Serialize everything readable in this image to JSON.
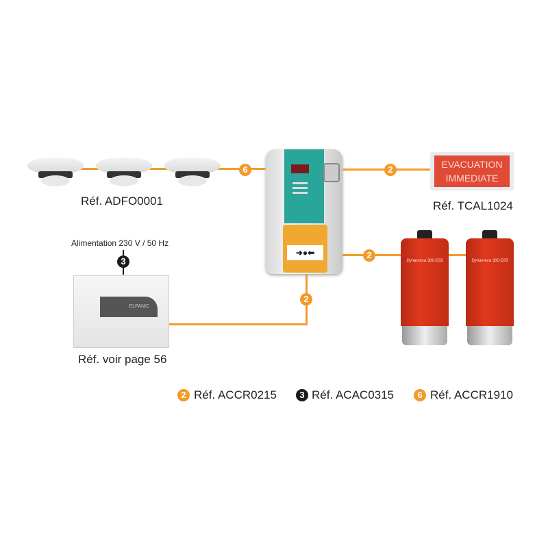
{
  "detectors": {
    "label": "Réf. ADFO0001",
    "count": 3
  },
  "sign": {
    "line1": "EVACUATION",
    "line2": "IMMEDIATE",
    "label": "Réf. TCAL1024"
  },
  "power": {
    "supply_label": "Alimentation 230 V / 50 Hz",
    "brand": "ELPANIC",
    "label": "Réf. voir page 56"
  },
  "cylinders": {
    "brand": "Dynameca 300-E83",
    "count": 2
  },
  "badges": {
    "b2": "2",
    "b3": "3",
    "b6": "6"
  },
  "legend": [
    {
      "badge": "2",
      "text": "Réf. ACCR0215",
      "color": "#f39a2a"
    },
    {
      "badge": "3",
      "text": "Réf. ACAC0315",
      "color": "#1a1a1a"
    },
    {
      "badge": "6",
      "text": "Réf. ACCR1910",
      "color": "#f39a2a"
    }
  ],
  "colors": {
    "cable": "#f39a2a",
    "panel_teal": "#2aa59a",
    "button_yellow": "#f0a830",
    "cylinder_red": "#e0381c"
  }
}
